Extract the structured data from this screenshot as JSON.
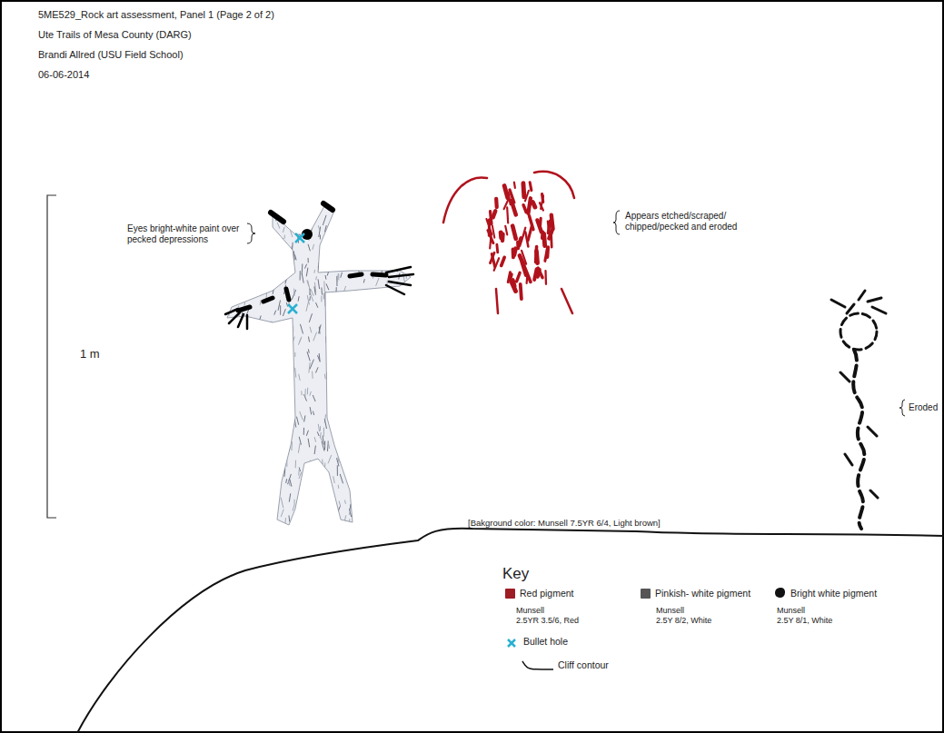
{
  "diagram": {
    "title": "5ME529_Rock art assessment, Panel 1 (Page 2 of 2)",
    "labels": [
      "Ute Trails of Mesa County (DARG)",
      "Brandi Allred (USU Field School)",
      "06-06-2014",
      "Eyes bright-white paint over pecked depressions",
      "1 m",
      "Appears etched/scraped/ chipped/pecked and eroded",
      "Eroded",
      "[Bakground color: Munsell 7.5YR 6/4, Light brown]",
      "Key",
      "Munsell",
      "2.5YR 3.5/6, Red",
      "Munsell",
      "2.5Y 8/2, White",
      "Munsell",
      "2.5Y 8/1, White"
    ],
    "legend": [
      {
        "text": "Red pigment",
        "color": "#9e1c24"
      },
      {
        "text": "Pinkish- white pigment",
        "color": "#555555"
      },
      {
        "text": "Bright white pigment",
        "color": "#111111"
      },
      {
        "text": "Bullet hole"
      },
      {
        "text": "Cliff contour"
      }
    ]
  }
}
